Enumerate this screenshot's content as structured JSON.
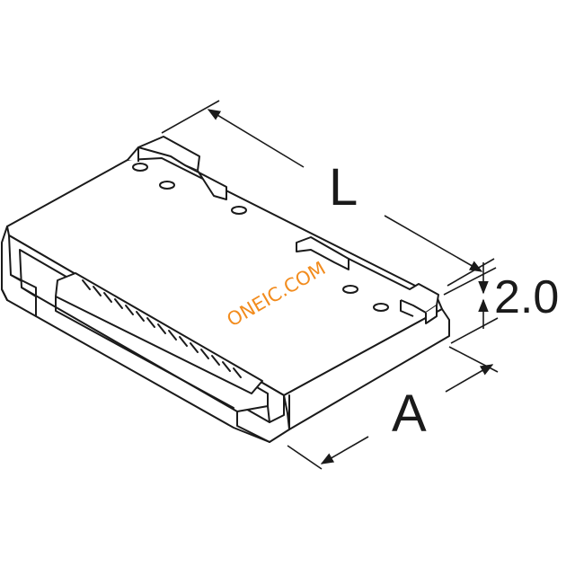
{
  "labels": {
    "length": "L",
    "height": "2.0",
    "width": "A"
  },
  "watermark": {
    "text": "ONEIC.COM",
    "color": "#f28c1e"
  },
  "colors": {
    "line": "#1a1a1a",
    "background": "#ffffff"
  }
}
